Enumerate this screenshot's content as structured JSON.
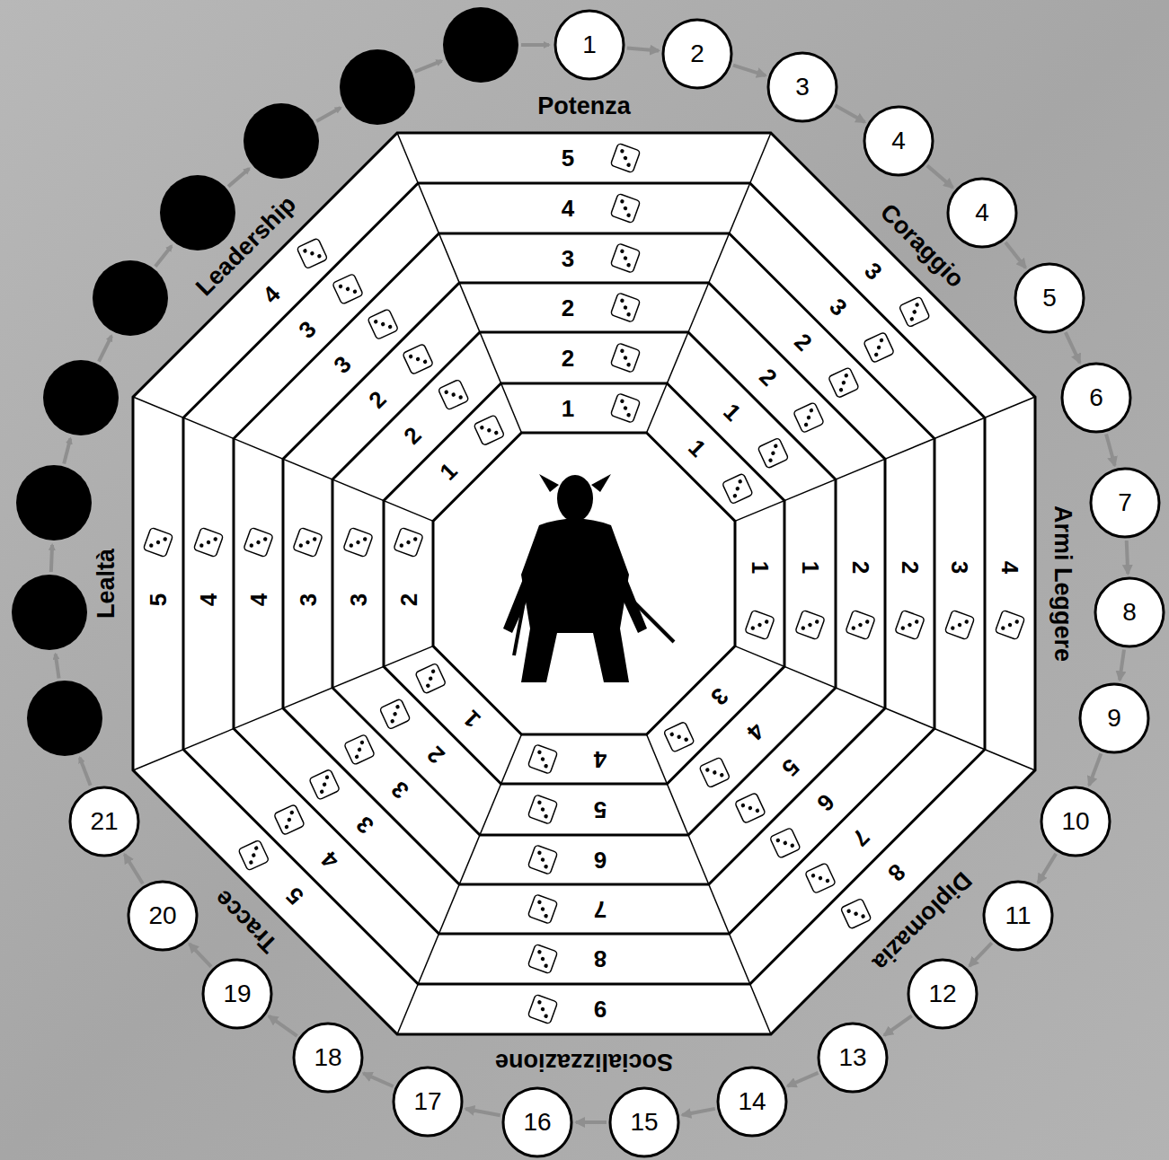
{
  "diagram": {
    "nodes": [
      {
        "text": [
          "1"
        ]
      },
      {
        "text": [
          "2"
        ]
      },
      {
        "text": [
          "3"
        ]
      },
      {
        "text": [
          "4"
        ]
      },
      {
        "text": [
          "4"
        ]
      },
      {
        "text": [
          "5"
        ]
      },
      {
        "text": [
          "6"
        ]
      },
      {
        "text": [
          "7"
        ]
      },
      {
        "text": [
          "8"
        ]
      },
      {
        "text": [
          "9"
        ]
      },
      {
        "text": [
          "10"
        ]
      },
      {
        "text": [
          "11"
        ]
      },
      {
        "text": [
          "12"
        ]
      },
      {
        "text": [
          "13"
        ]
      },
      {
        "text": [
          "14"
        ]
      },
      {
        "text": [
          "15"
        ]
      },
      {
        "text": [
          "16"
        ]
      },
      {
        "text": [
          "17"
        ]
      },
      {
        "text": [
          "18"
        ]
      },
      {
        "text": [
          "19"
        ]
      },
      {
        "text": [
          "20"
        ]
      },
      {
        "text": [
          "21"
        ]
      }
    ],
    "edges": [
      {
        "from": 0,
        "to": 1,
        "arrow": "to"
      },
      {
        "from": 1,
        "to": 2,
        "arrow": "to"
      },
      {
        "from": 2,
        "to": 3,
        "arrow": "to"
      },
      {
        "from": 3,
        "to": 4,
        "arrow": "to"
      },
      {
        "from": 4,
        "to": 5,
        "arrow": "to"
      },
      {
        "from": 5,
        "to": 6,
        "arrow": "to"
      },
      {
        "from": 6,
        "to": 7,
        "arrow": "to"
      },
      {
        "from": 7,
        "to": 8,
        "arrow": "to"
      },
      {
        "from": 8,
        "to": 9,
        "arrow": "to"
      },
      {
        "from": 9,
        "to": 10,
        "arrow": "to"
      },
      {
        "from": 10,
        "to": 11,
        "arrow": "to"
      },
      {
        "from": 11,
        "to": 12,
        "arrow": "to"
      },
      {
        "from": 12,
        "to": 13,
        "arrow": "to"
      },
      {
        "from": 13,
        "to": 14,
        "arrow": "to"
      },
      {
        "from": 14,
        "to": 15,
        "arrow": "to"
      },
      {
        "from": 15,
        "to": 16,
        "arrow": "to"
      },
      {
        "from": 16,
        "to": 17,
        "arrow": "to"
      },
      {
        "from": 17,
        "to": 18,
        "arrow": "to"
      },
      {
        "from": 18,
        "to": 19,
        "arrow": "to"
      },
      {
        "from": 19,
        "to": 20,
        "arrow": "to"
      },
      {
        "from": 20,
        "to": 21,
        "arrow": "to"
      }
    ],
    "labels": [
      "Potenza",
      "5",
      "4",
      "3",
      "2",
      "2",
      "1",
      "Coraggio",
      "3",
      "3",
      "2",
      "2",
      "1",
      "1",
      "Armi Leggere",
      "4",
      "3",
      "2",
      "2",
      "1",
      "1",
      "Diplomazia",
      "8",
      "7",
      "6",
      "5",
      "4",
      "3",
      "Socializzazione",
      "9",
      "8",
      "7",
      "6",
      "5",
      "4",
      "Tracce",
      "5",
      "4",
      "3",
      "3",
      "2",
      "1",
      "Lealtà",
      "5",
      "4",
      "4",
      "3",
      "3",
      "2",
      "Leadership",
      "4",
      "3",
      "3",
      "2",
      "2",
      "1"
    ]
  }
}
